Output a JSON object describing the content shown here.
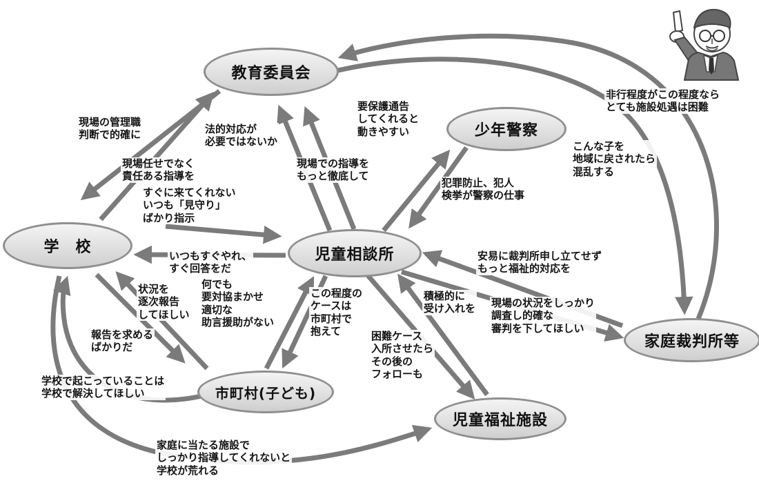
{
  "diagram": {
    "description_colors": {
      "arrow": "#7b7b7b",
      "node_border": "#8f8f8f",
      "node_fill": "#e4e4e4"
    },
    "nodes": [
      {
        "id": "kyoiku",
        "label": "教育委員会"
      },
      {
        "id": "keisatsu",
        "label": "少年警察"
      },
      {
        "id": "gakko",
        "label": "学　校"
      },
      {
        "id": "jiso",
        "label": "児童相談所"
      },
      {
        "id": "shichoson",
        "label": "市町村(子ども)"
      },
      {
        "id": "fukushi",
        "label": "児童福祉施設"
      },
      {
        "id": "saibansho",
        "label": "家庭裁判所等"
      }
    ],
    "annotations": [
      {
        "id": "a1",
        "text": "現場の管理職\n判断で的確に"
      },
      {
        "id": "a2",
        "text": "法的対応が\n必要ではないか"
      },
      {
        "id": "a3",
        "text": "要保護通告\nしてくれると\n動きやすい"
      },
      {
        "id": "a4",
        "text": "非行程度がこの程度なら\nとても施設処遇は困難"
      },
      {
        "id": "a5",
        "text": "こんな子を\n地域に戻されたら\n混乱する"
      },
      {
        "id": "a6",
        "text": "現場任せでなく\n責任ある指導を"
      },
      {
        "id": "a7",
        "text": "現場での指導を\nもっと徹底して"
      },
      {
        "id": "a8",
        "text": "犯罪防止、犯人\n検挙が警察の仕事"
      },
      {
        "id": "a9",
        "text": "すぐに来てくれない\nいつも「見守り」\nばかり指示"
      },
      {
        "id": "a10",
        "text": "いつもすぐやれ、\nすぐ回答をだ"
      },
      {
        "id": "a11",
        "text": "安易に裁判所申し立てせず\nもっと福祉的対応を"
      },
      {
        "id": "a12",
        "text": "状況を\n逐次報告\nしてほしい"
      },
      {
        "id": "a13",
        "text": "何でも\n要対協まかせ\n適切な\n助言援助がない"
      },
      {
        "id": "a14",
        "text": "この程度の\nケースは\n市町村で\n抱えて"
      },
      {
        "id": "a15",
        "text": "積極的に\n受け入れを"
      },
      {
        "id": "a16",
        "text": "現場の状況をしっかり\n調査し的確な\n審判を下してほしい"
      },
      {
        "id": "a17",
        "text": "報告を求める\nばかりだ"
      },
      {
        "id": "a18",
        "text": "困難ケース\n入所させたら\nその後の\nフォローも"
      },
      {
        "id": "a19",
        "text": "学校で起こっていることは\n学校で解決してほしい"
      },
      {
        "id": "a20",
        "text": "家庭に当たる施設で\nしっかり指導してくれないと\n学校が荒れる"
      }
    ],
    "edges": [
      {
        "from": "kyoiku",
        "to": "gakko",
        "annotation": "a1"
      },
      {
        "from": "gakko",
        "to": "kyoiku",
        "annotation": "a6"
      },
      {
        "from": "jiso",
        "to": "kyoiku",
        "annotation": "a2"
      },
      {
        "from": "jiso",
        "to": "kyoiku",
        "annotation": "a7"
      },
      {
        "from": "jiso",
        "to": "keisatsu",
        "annotation": "a3"
      },
      {
        "from": "keisatsu",
        "to": "jiso",
        "annotation": "a8"
      },
      {
        "from": "gakko",
        "to": "jiso",
        "annotation": "a9"
      },
      {
        "from": "jiso",
        "to": "gakko",
        "annotation": "a10"
      },
      {
        "from": "saibansho",
        "to": "jiso",
        "annotation": "a11"
      },
      {
        "from": "jiso",
        "to": "saibansho",
        "annotation": "a16"
      },
      {
        "from": "saibansho",
        "to": "kyoiku",
        "annotation": "a4"
      },
      {
        "from": "kyoiku",
        "to": "saibansho",
        "annotation": "a5"
      },
      {
        "from": "gakko",
        "to": "shichoson",
        "annotation": "a12"
      },
      {
        "from": "shichoson",
        "to": "gakko",
        "annotation": "a17"
      },
      {
        "from": "shichoson",
        "to": "jiso",
        "annotation": "a13"
      },
      {
        "from": "jiso",
        "to": "shichoson",
        "annotation": "a14"
      },
      {
        "from": "jiso",
        "to": "fukushi",
        "annotation": "a15"
      },
      {
        "from": "fukushi",
        "to": "jiso",
        "annotation": "a18"
      },
      {
        "from": "shichoson",
        "to": "gakko",
        "annotation": "a19"
      },
      {
        "from": "gakko",
        "to": "fukushi",
        "annotation": "a20"
      }
    ]
  }
}
